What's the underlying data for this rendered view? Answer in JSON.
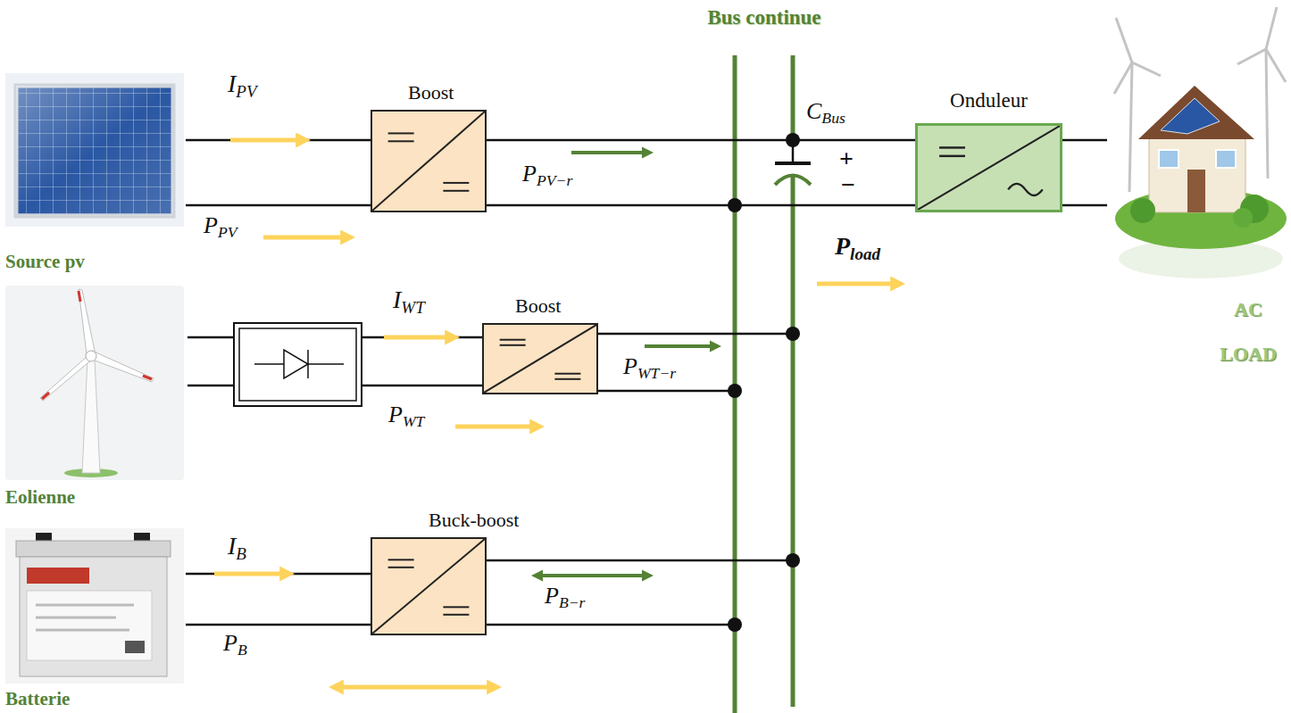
{
  "diagram": {
    "nodes": [
      {
        "text": [
          "Source pv"
        ]
      },
      {
        "text": [
          "Boost"
        ]
      },
      {
        "text": [
          "Bus continue"
        ]
      },
      {
        "text": [
          "Onduleur"
        ]
      },
      {
        "text": [
          "AC LOAD"
        ]
      },
      {
        "text": [
          "Eolienne"
        ]
      },
      {
        "text": [
          "Boost"
        ]
      },
      {
        "text": [
          "Batterie"
        ]
      },
      {
        "text": [
          "Buck-boost"
        ]
      }
    ],
    "edges": [
      {
        "from": 0,
        "to": 1,
        "arrow": "none"
      },
      {
        "from": 1,
        "to": 2,
        "arrow": "none"
      },
      {
        "from": 2,
        "to": 3,
        "arrow": "none"
      },
      {
        "from": 3,
        "to": 4,
        "arrow": "none"
      },
      {
        "from": 5,
        "to": 6,
        "arrow": "none"
      },
      {
        "from": 6,
        "to": 2,
        "arrow": "none"
      },
      {
        "from": 7,
        "to": 8,
        "arrow": "none"
      },
      {
        "from": 8,
        "to": 2,
        "arrow": "none"
      }
    ],
    "labels": [
      "IPV",
      "PPV",
      "PPV−r",
      "CBus",
      "+",
      "−",
      "Pload",
      "IWT",
      "PWT",
      "PWT−r",
      "IB",
      "PB",
      "PB−r"
    ]
  }
}
